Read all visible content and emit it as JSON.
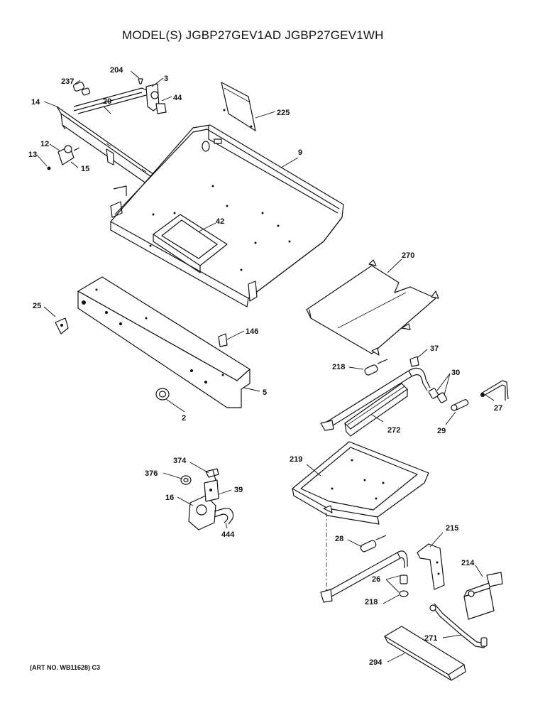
{
  "title": "MODEL(S) JGBP27GEV1AD  JGBP27GEV1WH",
  "art_number": "(ART NO. WB11628) C3",
  "labels": {
    "l237": "237",
    "l204": "204",
    "l3": "3",
    "l44": "44",
    "l14": "14",
    "l20": "20",
    "l225": "225",
    "l12": "12",
    "l13": "13",
    "l15": "15",
    "l9": "9",
    "l42": "42",
    "l270": "270",
    "l25": "25",
    "l146": "146",
    "l37": "37",
    "l218a": "218",
    "l30": "30",
    "l5": "5",
    "l2": "2",
    "l27": "27",
    "l29": "29",
    "l272": "272",
    "l374": "374",
    "l219": "219",
    "l376": "376",
    "l39": "39",
    "l16": "16",
    "l444": "444",
    "l215": "215",
    "l28": "28",
    "l214": "214",
    "l26": "26",
    "l218b": "218",
    "l271": "271",
    "l294": "294"
  }
}
